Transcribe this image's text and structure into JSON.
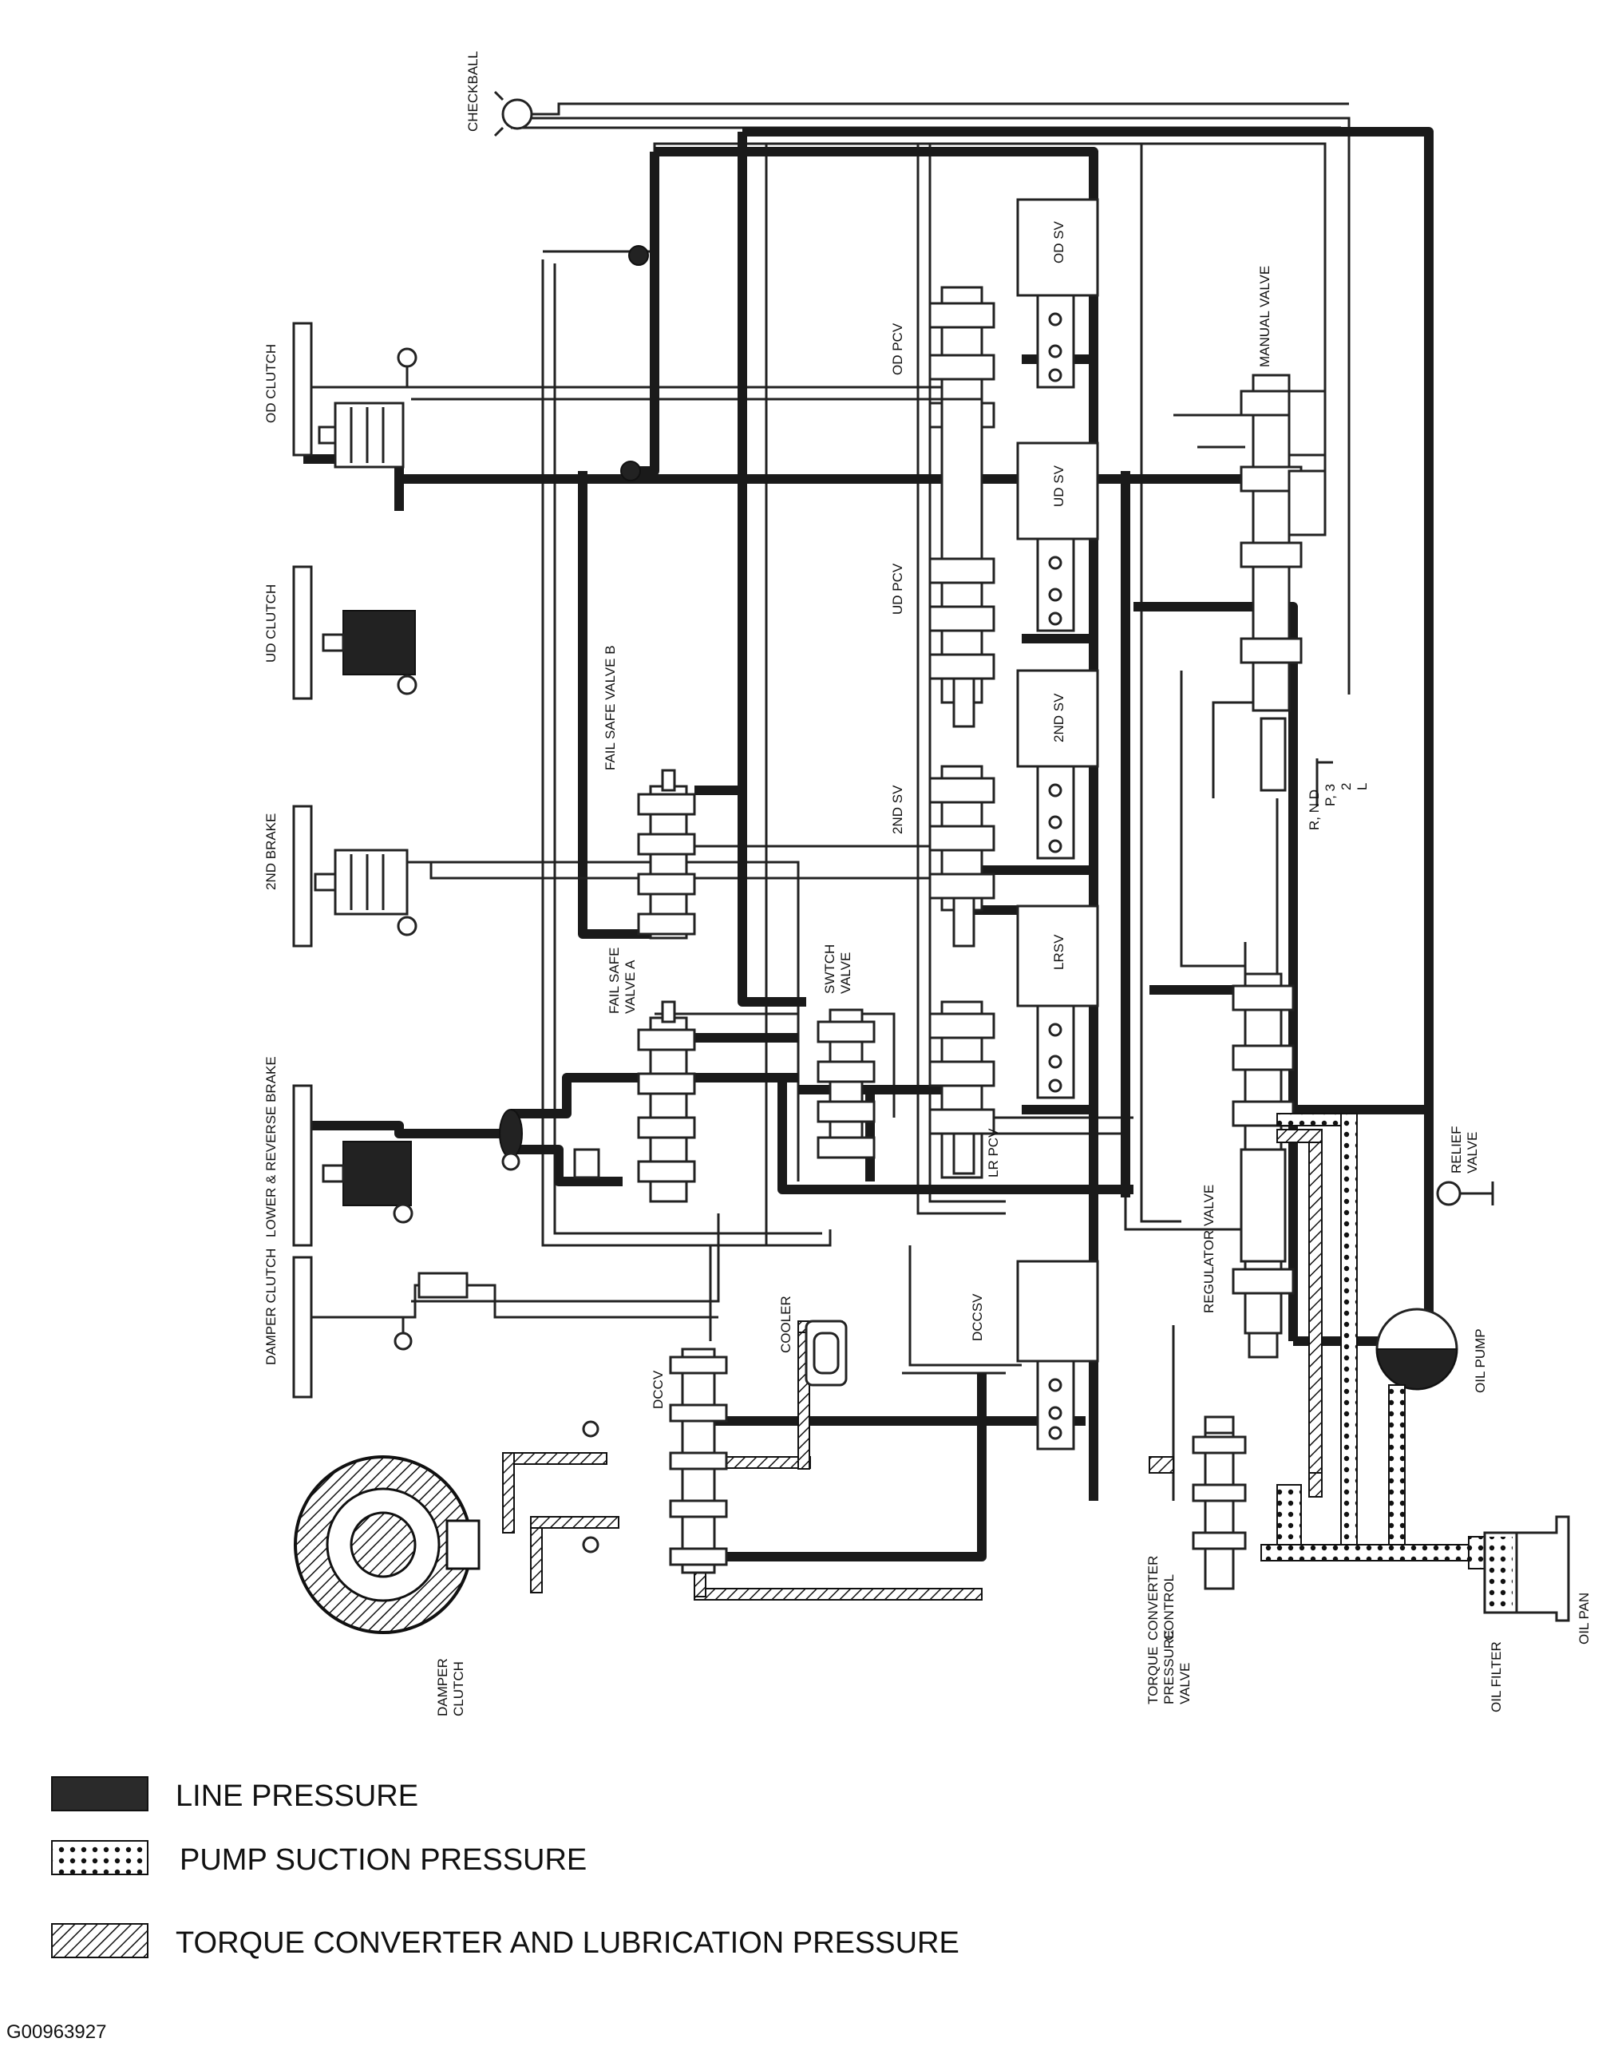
{
  "diagram": {
    "labels": {
      "checkball": "CHECKBALL",
      "od_clutch": "OD CLUTCH",
      "ud_clutch": "UD CLUTCH",
      "brake_2nd": "2ND BRAKE",
      "lower_reverse_brake": "LOWER & REVERSE BRAKE",
      "damper_clutch_left": "DAMPER CLUTCH",
      "fail_safe_valve_b": "FAIL SAFE VALVE B",
      "fail_safe_valve_a_1": "FAIL SAFE",
      "fail_safe_valve_a_2": "VALVE A",
      "switch_valve_1": "SWTCH",
      "switch_valve_2": "VALVE",
      "od_pcv": "OD PCV",
      "ud_pcv": "UD PCV",
      "sv_2nd_left": "2ND SV",
      "lr_pcv": "LR PCV",
      "od_sv": "OD SV",
      "ud_sv": "UD SV",
      "sv_2nd_box": "2ND SV",
      "lrsv": "LRSV",
      "dccsv": "DCCSV",
      "manual_valve": "MANUAL VALVE",
      "shift_positions_1": "R, N D",
      "shift_positions_2": "P, 3",
      "shift_positions_3": "2",
      "shift_positions_4": "L",
      "relief_valve_1": "RELIEF",
      "relief_valve_2": "VALVE",
      "regulator_valve": "REGULATOR VALVE",
      "oil_pump": "OIL PUMP",
      "cooler": "COOLER",
      "dccv": "DCCV",
      "converter_control_1": "CONVERTER",
      "converter_control_2": "CONTROL",
      "torque_pressure_valve_1": "TORQUE",
      "torque_pressure_valve_2": "PRESSURE",
      "torque_pressure_valve_3": "VALVE",
      "damper_clutch_bottom_1": "DAMPER",
      "damper_clutch_bottom_2": "CLUTCH",
      "oil_filter": "OIL FILTER",
      "oil_pan": "OIL PAN"
    }
  },
  "legend": {
    "line_pressure": "LINE PRESSURE",
    "pump_suction_pressure": "PUMP SUCTION PRESSURE",
    "torque_converter_lubrication": "TORQUE CONVERTER AND LUBRICATION PRESSURE"
  },
  "figure_code": "G00963927"
}
